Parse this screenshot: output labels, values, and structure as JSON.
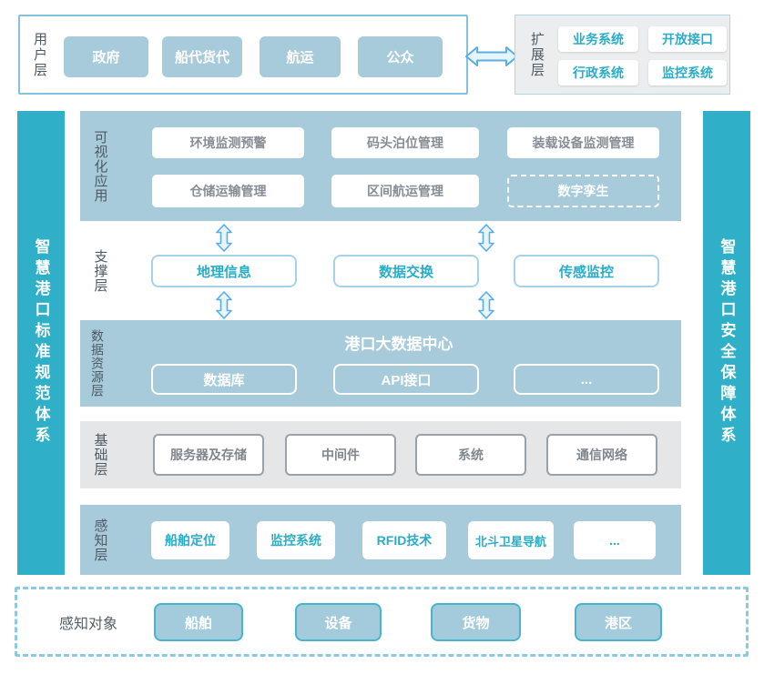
{
  "colors": {
    "accent_teal_bar": "#2fb0c8",
    "layer_light_blue": "#a7cbdb",
    "layer_light_gray": "#e5e6e8",
    "teal_text": "#29adc7",
    "gray_text": "#868d94",
    "arrow_blue": "#58aee6",
    "dashed_border_blue": "#8ccae4",
    "object_box_border": "#48b4cf"
  },
  "top": {
    "user_layer": {
      "label": "用户层",
      "items": [
        "政府",
        "船代货代",
        "航运",
        "公众"
      ]
    },
    "extension_layer": {
      "label": "扩展层",
      "items": [
        "业务系统",
        "开放接口",
        "行政系统",
        "监控系统"
      ]
    }
  },
  "side_bars": {
    "left": "智慧港口标准规范体系",
    "right": "智慧港口安全保障体系"
  },
  "layers": {
    "visualization": {
      "label": "可视化应用",
      "boxes": [
        "环境监测预警",
        "码头泊位管理",
        "装载设备监测管理",
        "仓储运输管理",
        "区间航运管理"
      ],
      "dashed_box": "数字孪生"
    },
    "support": {
      "label": "支撑层",
      "boxes": [
        "地理信息",
        "数据交换",
        "传感监控"
      ]
    },
    "data_resource": {
      "label": "数据资源层",
      "title": "港口大数据中心",
      "boxes": [
        "数据库",
        "API接口",
        "..."
      ]
    },
    "foundation": {
      "label": "基础层",
      "boxes": [
        "服务器及存储",
        "中间件",
        "系统",
        "通信网络"
      ]
    },
    "perception": {
      "label": "感知层",
      "boxes": [
        "船舶定位",
        "监控系统",
        "RFID技术",
        "北斗卫星导航",
        "..."
      ]
    }
  },
  "bottom": {
    "label": "感知对象",
    "items": [
      "船舶",
      "设备",
      "货物",
      "港区"
    ]
  }
}
